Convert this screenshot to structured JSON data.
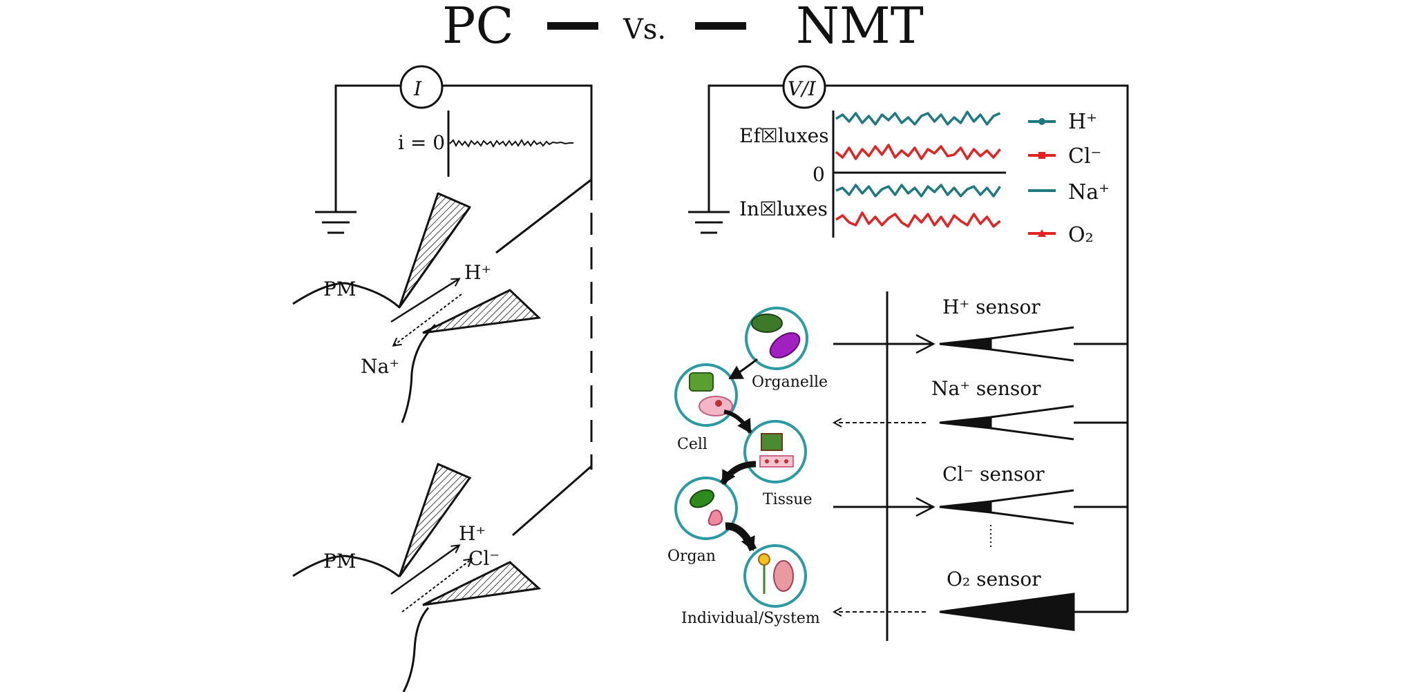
{
  "header": {
    "left_title": "PC",
    "vs": "Vs.",
    "right_title": "NMT"
  },
  "pc": {
    "meter_label": "I",
    "current_label": "i = 0",
    "membrane_label_1": "PM",
    "membrane_label_2": "PM",
    "ion_h_1": "H⁺",
    "ion_na": "Na⁺",
    "ion_h_2": "H⁺",
    "ion_cl": "Cl⁻"
  },
  "nmt": {
    "meter_label": "V/I",
    "efflux_label": "Ef☒luxes",
    "influx_label": "In☒luxes",
    "zero_label": "0",
    "legend": [
      {
        "name": "H⁺",
        "color": "#1e7a80",
        "marker": "circle"
      },
      {
        "name": "Cl⁻",
        "color": "#e52222",
        "marker": "square"
      },
      {
        "name": "Na⁺",
        "color": "#1e7a80",
        "marker": "none"
      },
      {
        "name": "O₂",
        "color": "#e52222",
        "marker": "triangle"
      }
    ],
    "sensors": [
      "H⁺  sensor",
      "Na⁺  sensor",
      "Cl⁻  sensor",
      "O₂  sensor"
    ],
    "levels": [
      "Organelle",
      "Cell",
      "Tissue",
      "Organ",
      "Individual/System"
    ]
  },
  "colors": {
    "teal": "#1e7a80",
    "red": "#e52222",
    "circle_border": "#2a9aa3"
  }
}
